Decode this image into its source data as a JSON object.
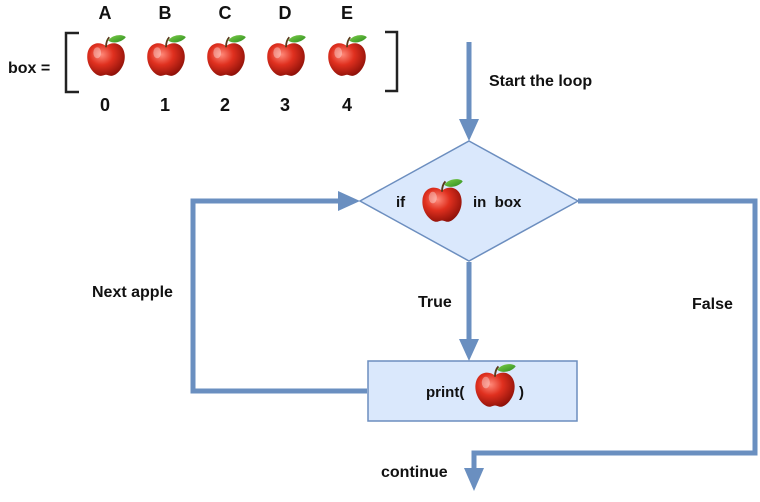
{
  "array": {
    "name_label": "box =",
    "items": [
      {
        "letter": "A",
        "index": "0"
      },
      {
        "letter": "B",
        "index": "1"
      },
      {
        "letter": "C",
        "index": "2"
      },
      {
        "letter": "D",
        "index": "3"
      },
      {
        "letter": "E",
        "index": "4"
      }
    ]
  },
  "flow": {
    "start_label": "Start the loop",
    "condition_if": "if",
    "condition_in_box": "in  box",
    "true_label": "True",
    "false_label": "False",
    "next_label": "Next apple",
    "print_open": "print(",
    "print_close": ")",
    "continue_label": "continue"
  },
  "colors": {
    "arrow": "#6a8fc0",
    "shape_fill": "#dae8fc",
    "shape_stroke": "#6c8ebf",
    "apple_red": "#d42a1e",
    "leaf_green": "#3aa02a"
  },
  "icons": {
    "apple": "apple-icon"
  }
}
